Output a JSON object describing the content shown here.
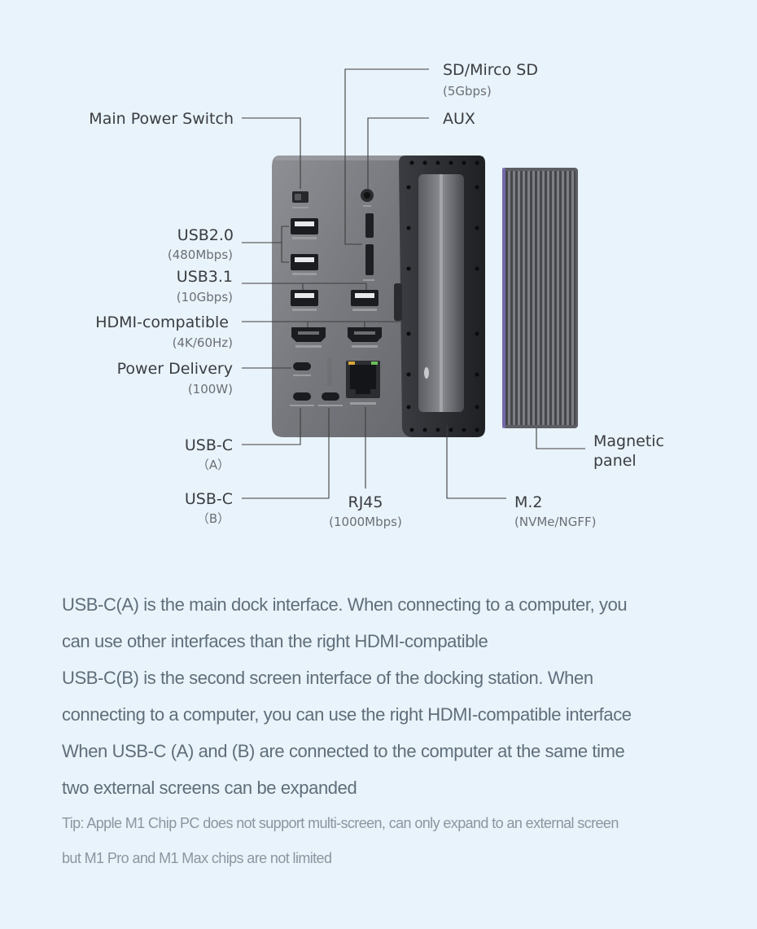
{
  "labels": {
    "sd": {
      "title": "SD/Mirco SD",
      "sub": "(5Gbps)"
    },
    "aux": {
      "title": "AUX"
    },
    "power_switch": {
      "title": "Main Power Switch"
    },
    "usb2": {
      "title": "USB2.0",
      "sub": "(480Mbps)"
    },
    "usb31": {
      "title": "USB3.1",
      "sub": "(10Gbps)"
    },
    "hdmi": {
      "title": "HDMI-compatible",
      "sub": "(4K/60Hz)"
    },
    "pd": {
      "title": "Power Delivery",
      "sub": "(100W)"
    },
    "usbc_a": {
      "title": "USB-C",
      "sub": "（A）"
    },
    "usbc_b": {
      "title": "USB-C",
      "sub": "（B）"
    },
    "rj45": {
      "title": "RJ45",
      "sub": "(1000Mbps)"
    },
    "m2": {
      "title": "M.2",
      "sub": "(NVMe/NGFF)"
    },
    "magnetic": {
      "line1": "Magnetic",
      "line2": "panel"
    }
  },
  "description": {
    "lines": [
      "USB-C(A) is the main dock interface. When connecting to a computer, you",
      "can use other interfaces than the right HDMI-compatible",
      "USB-C(B) is the second screen interface of the docking station. When",
      "connecting to a computer, you can use the right HDMI-compatible  interface",
      "When USB-C (A) and (B) are connected to the computer at the same time",
      "two external screens can be expanded"
    ],
    "tip_lines": [
      "Tip: Apple M1 Chip PC does not support multi-screen, can only expand to an external screen",
      "but M1 Pro and M1 Max chips are not limited"
    ]
  },
  "colors": {
    "background": "#e9f3fb",
    "device_body": "#77797e",
    "device_dark": "#2b2c30",
    "text": "#5f6e7b"
  }
}
